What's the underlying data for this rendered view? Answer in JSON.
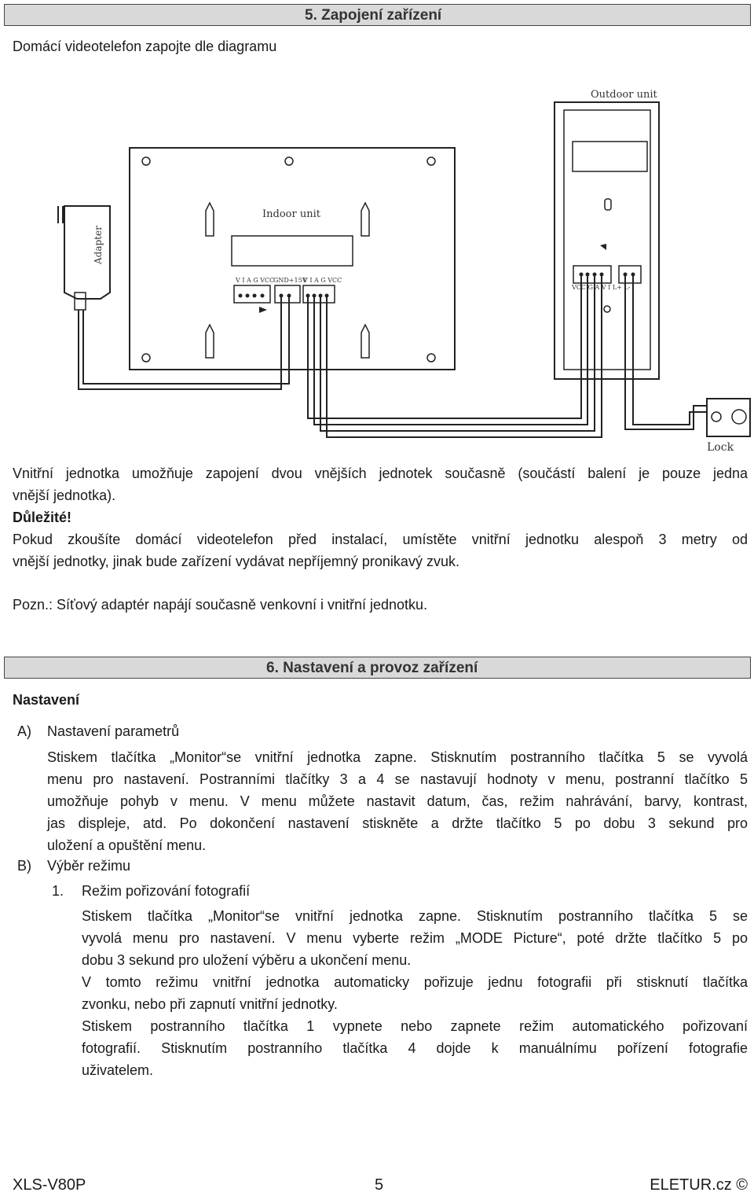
{
  "section5": {
    "title": "5. Zapojení zařízení",
    "intro": "Domácí videotelefon zapojte dle diagramu"
  },
  "diagram": {
    "outdoor_label": "Outdoor unit",
    "indoor_label": "Indoor unit",
    "adapter_label": "Adapter",
    "lock_label": "Lock",
    "indoor_terminals_left": "V I A G VCC",
    "indoor_terminals_mid": "GND+15V",
    "indoor_terminals_right": "V I A G VCC",
    "outdoor_terminals": "VCC G A V I L+ L-"
  },
  "para1_line1": "Vnitřní jednotka umožňuje zapojení dvou vnějších jednotek současně (součástí balení je pouze jedna",
  "para1_line2": "vnější jednotka).",
  "important": "Důležité!",
  "para2_line1": "Pokud zkoušíte domácí videotelefon před instalací, umístěte vnitřní jednotku alespoň 3 metry od",
  "para2_line2": "vnější jednotky, jinak bude zařízení vydávat nepříjemný pronikavý zvuk.",
  "note_prefix": "Pozn.",
  "note_text": ": Síťový adaptér napájí současně venkovní i vnitřní jednotku.",
  "section6": {
    "title": "6. Nastavení a provoz zařízení",
    "subtitle": "Nastavení",
    "a_marker": "A)",
    "a_title": "Nastavení parametrů",
    "a_lines": [
      "Stiskem tlačítka „Monitor“se vnitřní jednotka zapne. Stisknutím postranního tlačítka 5 se vyvolá",
      "menu pro nastavení. Postranními tlačítky 3 a 4 se nastavují hodnoty v menu, postranní tlačítko 5",
      "umožňuje pohyb v menu. V menu můžete nastavit datum, čas, režim nahrávání, barvy, kontrast,",
      "jas displeje, atd. Po dokončení nastavení stiskněte a držte tlačítko 5 po dobu 3 sekund pro",
      "uložení a opuštění menu."
    ],
    "b_marker": "B)",
    "b_title": "Výběr režimu",
    "b1_marker": "1.",
    "b1_title": "Režim pořizování fotografií",
    "b1_lines": [
      "Stiskem tlačítka „Monitor“se vnitřní jednotka zapne. Stisknutím postranního tlačítka 5 se",
      "vyvolá menu pro nastavení. V menu vyberte režim „MODE Picture“, poté držte tlačítko 5 po",
      "dobu 3 sekund pro uložení výběru a ukončení menu.",
      "V tomto režimu vnitřní jednotka automaticky pořizuje jednu fotografii při stisknutí tlačítka",
      "zvonku, nebo při zapnutí vnitřní jednotky.",
      "Stiskem postranního tlačítka 1 vypnete nebo zapnete režim automatického pořizovaní",
      "fotografií. Stisknutím postranního tlačítka 4 dojde k manuálnímu pořízení fotografie",
      "uživatelem."
    ]
  },
  "footer": {
    "model": "XLS-V80P",
    "page": "5",
    "brand": "ELETUR.cz ©"
  }
}
